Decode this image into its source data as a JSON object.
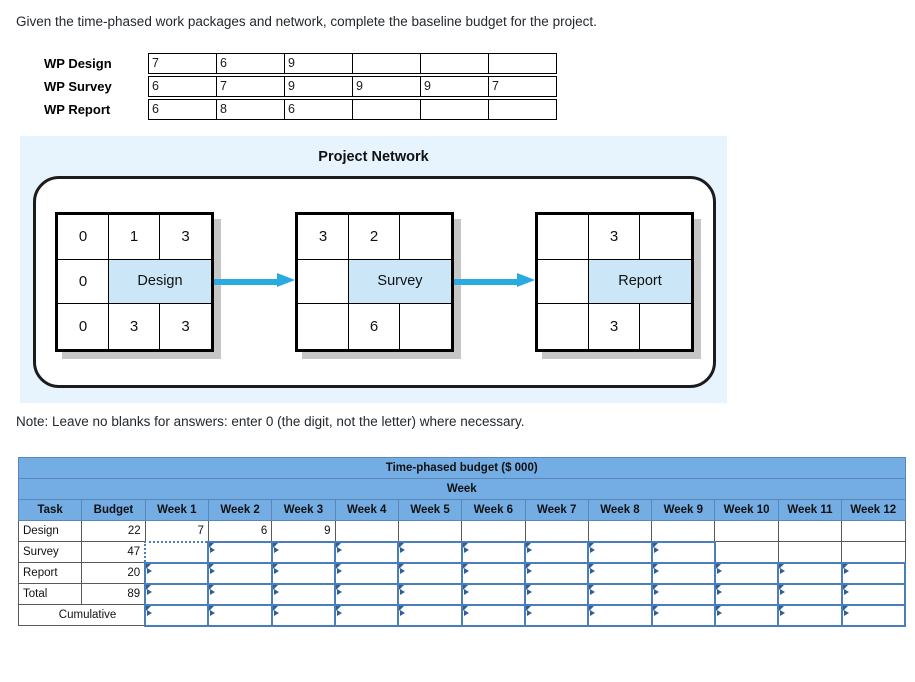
{
  "prompt": "Given the time-phased work packages and network, complete the baseline budget for the project.",
  "note": "Note: Leave no blanks for answers: enter 0 (the digit, not the letter) where necessary.",
  "colors": {
    "header_blue": "#74ace4",
    "panel_bg": "#e8f4fd",
    "node_fill": "#cbe7f7",
    "arrow": "#29abe2",
    "input_border": "#4a7ebb"
  },
  "work_packages": {
    "rows": [
      {
        "label": "WP Design",
        "cells": [
          "7",
          "6",
          "9",
          "",
          "",
          ""
        ]
      },
      {
        "label": "WP Survey",
        "cells": [
          "6",
          "7",
          "9",
          "9",
          "9",
          "7"
        ]
      },
      {
        "label": "WP Report",
        "cells": [
          "6",
          "8",
          "6",
          "",
          "",
          ""
        ]
      }
    ]
  },
  "network": {
    "title": "Project Network",
    "nodes": [
      {
        "name": "Design",
        "top": [
          "0",
          "1",
          "3"
        ],
        "left_mid": "0",
        "bottom": [
          "0",
          "3",
          "3"
        ]
      },
      {
        "name": "Survey",
        "top": [
          "3",
          "2",
          ""
        ],
        "left_mid": "",
        "bottom": [
          "",
          "6",
          ""
        ]
      },
      {
        "name": "Report",
        "top": [
          "",
          "3",
          ""
        ],
        "left_mid": "",
        "bottom": [
          "",
          "3",
          ""
        ]
      }
    ]
  },
  "budget_table": {
    "title": "Time-phased budget ($ 000)",
    "week_band": "Week",
    "columns": [
      "Task",
      "Budget",
      "Week 1",
      "Week 2",
      "Week 3",
      "Week 4",
      "Week 5",
      "Week 6",
      "Week 7",
      "Week 8",
      "Week 9",
      "Week 10",
      "Week 11",
      "Week 12"
    ],
    "rows": [
      {
        "task": "Design",
        "budget": "22",
        "weeks": [
          "7",
          "6",
          "9",
          "",
          "",
          "",
          "",
          "",
          "",
          "",
          "",
          ""
        ],
        "input_weeks": [],
        "selected_week": null
      },
      {
        "task": "Survey",
        "budget": "47",
        "weeks": [
          "",
          "",
          "",
          "",
          "",
          "",
          "",
          "",
          "",
          "",
          "",
          ""
        ],
        "input_weeks": [
          1,
          2,
          3,
          4,
          5,
          6,
          7,
          8,
          9
        ],
        "selected_week": 1
      },
      {
        "task": "Report",
        "budget": "20",
        "weeks": [
          "",
          "",
          "",
          "",
          "",
          "",
          "",
          "",
          "",
          "",
          "",
          ""
        ],
        "input_weeks": [
          1,
          2,
          3,
          4,
          5,
          6,
          7,
          8,
          9,
          10,
          11,
          12
        ],
        "selected_week": null
      },
      {
        "task": "Total",
        "budget": "89",
        "weeks": [
          "",
          "",
          "",
          "",
          "",
          "",
          "",
          "",
          "",
          "",
          "",
          ""
        ],
        "input_weeks": [
          1,
          2,
          3,
          4,
          5,
          6,
          7,
          8,
          9,
          10,
          11,
          12
        ],
        "selected_week": null
      }
    ],
    "cumulative_label": "Cumulative",
    "cumulative_input_weeks": [
      1,
      2,
      3,
      4,
      5,
      6,
      7,
      8,
      9,
      10,
      11,
      12
    ]
  }
}
